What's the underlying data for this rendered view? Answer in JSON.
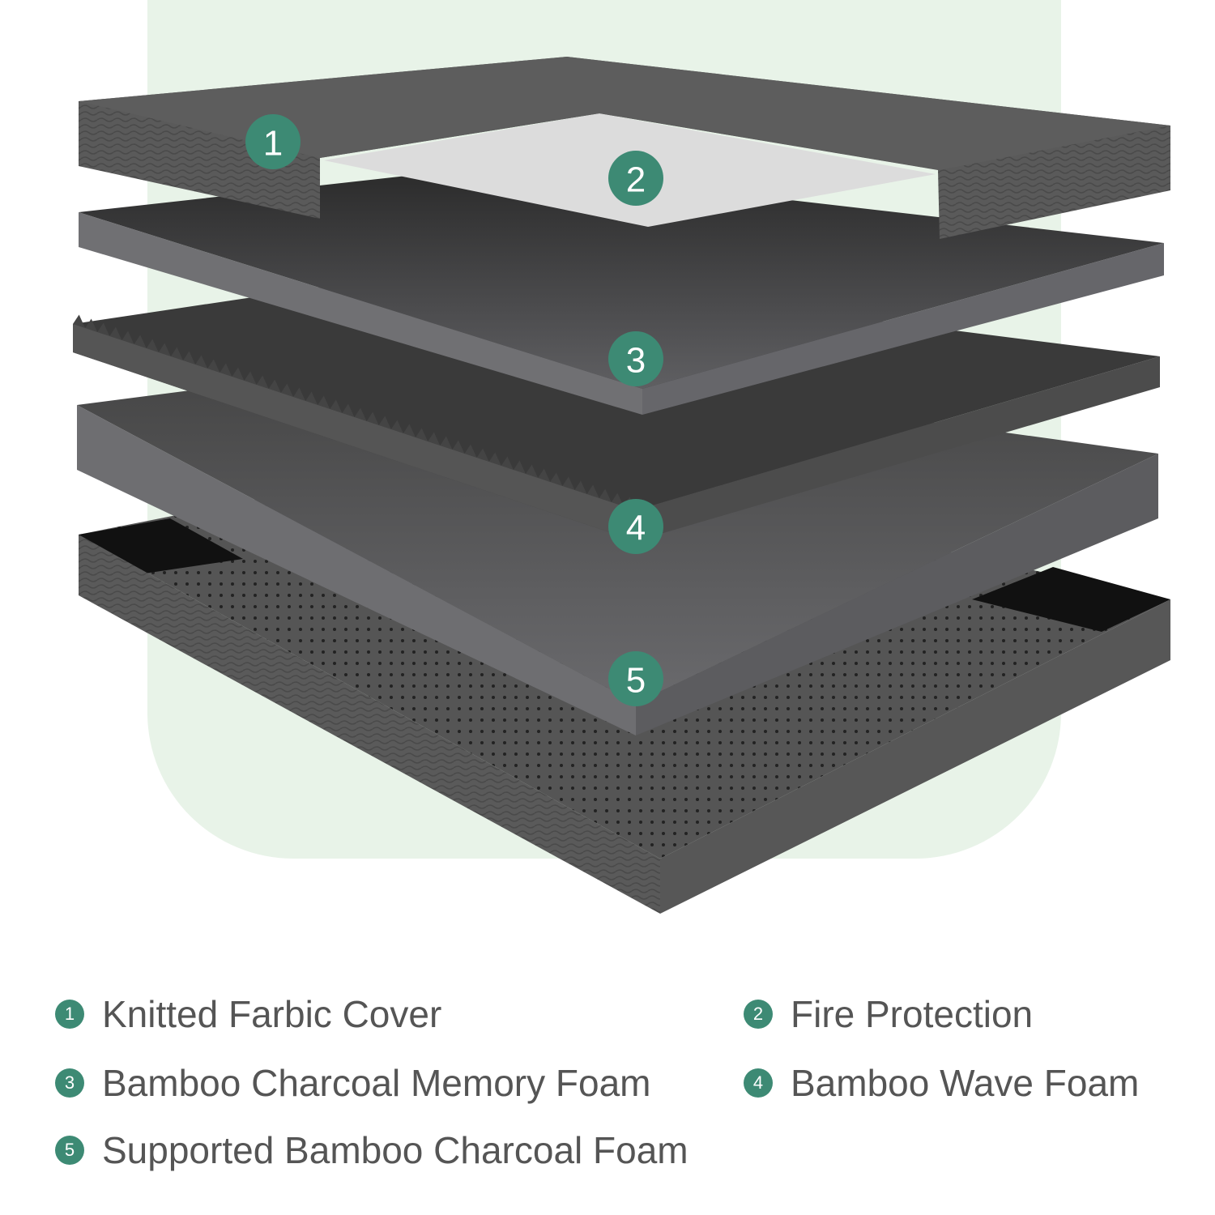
{
  "colors": {
    "accent": "#3d8a74",
    "panel": "#e8f3e8",
    "text": "#555555"
  },
  "badges": [
    "1",
    "2",
    "3",
    "4",
    "5"
  ],
  "legend": [
    {
      "num": "1",
      "label": "Knitted Farbic Cover"
    },
    {
      "num": "2",
      "label": "Fire Protection"
    },
    {
      "num": "3",
      "label": "Bamboo Charcoal Memory Foam"
    },
    {
      "num": "4",
      "label": "Bamboo Wave Foam"
    },
    {
      "num": "5",
      "label": "Supported Bamboo Charcoal Foam"
    }
  ]
}
